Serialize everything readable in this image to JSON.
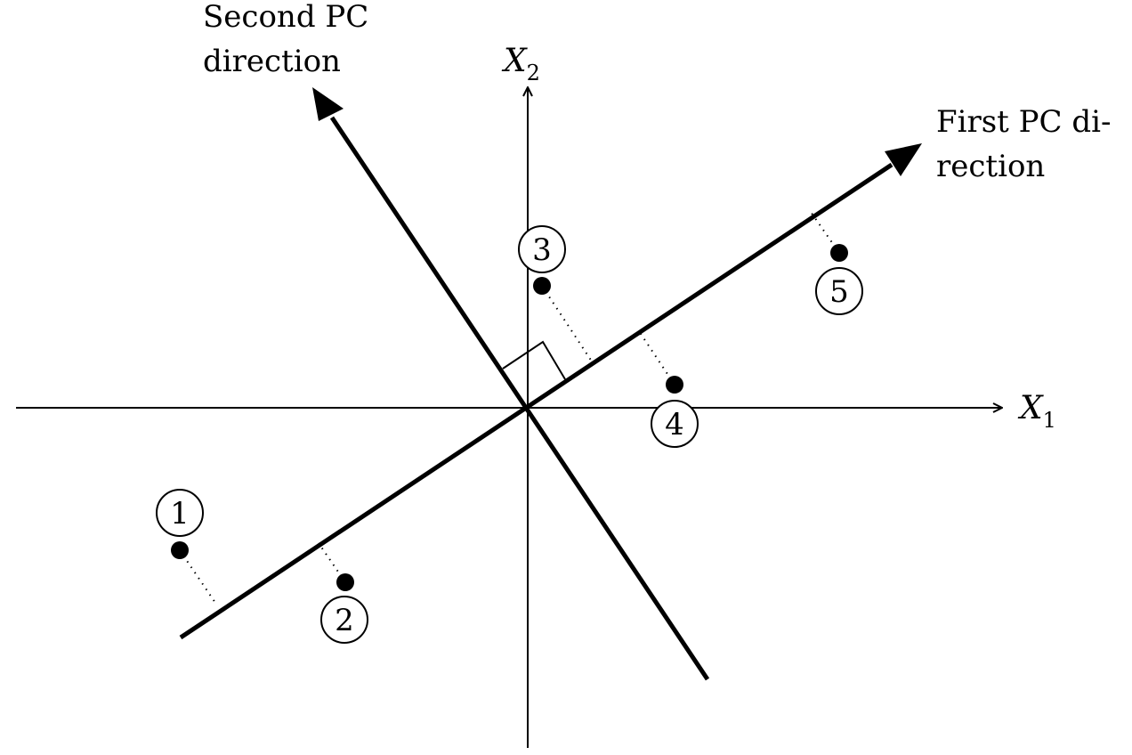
{
  "axes": {
    "x_label": "X",
    "x_subscript": "1",
    "y_label": "X",
    "y_subscript": "2"
  },
  "labels": {
    "second_pc_line1": "Second PC",
    "second_pc_line2": "direction",
    "first_pc_line1": "First PC di-",
    "first_pc_line2": "rection"
  },
  "points": [
    {
      "id": "1"
    },
    {
      "id": "2"
    },
    {
      "id": "3"
    },
    {
      "id": "4"
    },
    {
      "id": "5"
    }
  ]
}
